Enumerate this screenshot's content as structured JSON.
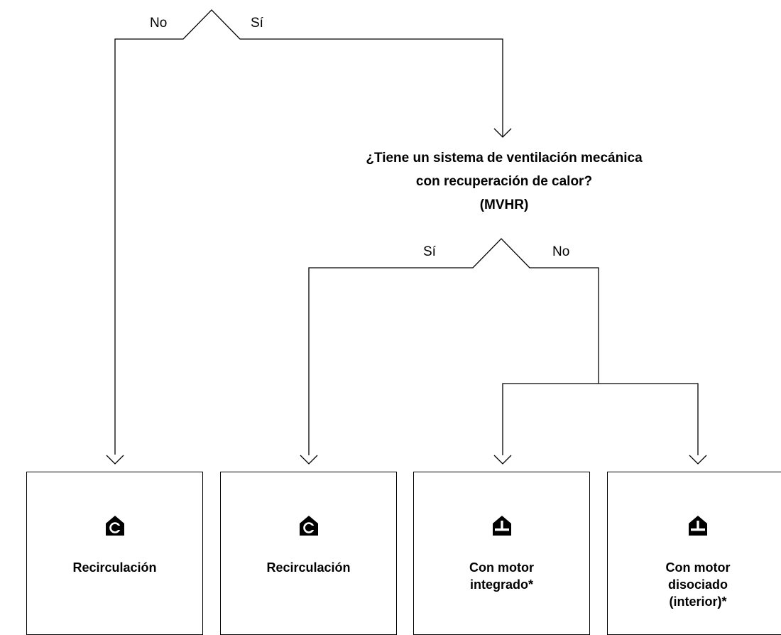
{
  "decision_top": {
    "no_label": "No",
    "yes_label": "Sí"
  },
  "question": {
    "lines": [
      "¿Tiene un sistema de ventilación mecánica",
      "con recuperación de calor?",
      "(MVHR)"
    ]
  },
  "decision_mvhr": {
    "yes_label": "Sí",
    "no_label": "No"
  },
  "cards": [
    {
      "icon": "recirculation-house-icon",
      "title_lines": [
        "Recirculación"
      ]
    },
    {
      "icon": "recirculation-house-icon",
      "title_lines": [
        "Recirculación"
      ]
    },
    {
      "icon": "extraction-house-icon",
      "title_lines": [
        "Con motor",
        "integrado*"
      ]
    },
    {
      "icon": "extraction-house-icon",
      "title_lines": [
        "Con motor",
        "disociado",
        "(interior)*"
      ]
    }
  ],
  "colors": {
    "line": "#000000",
    "background": "#ffffff"
  }
}
